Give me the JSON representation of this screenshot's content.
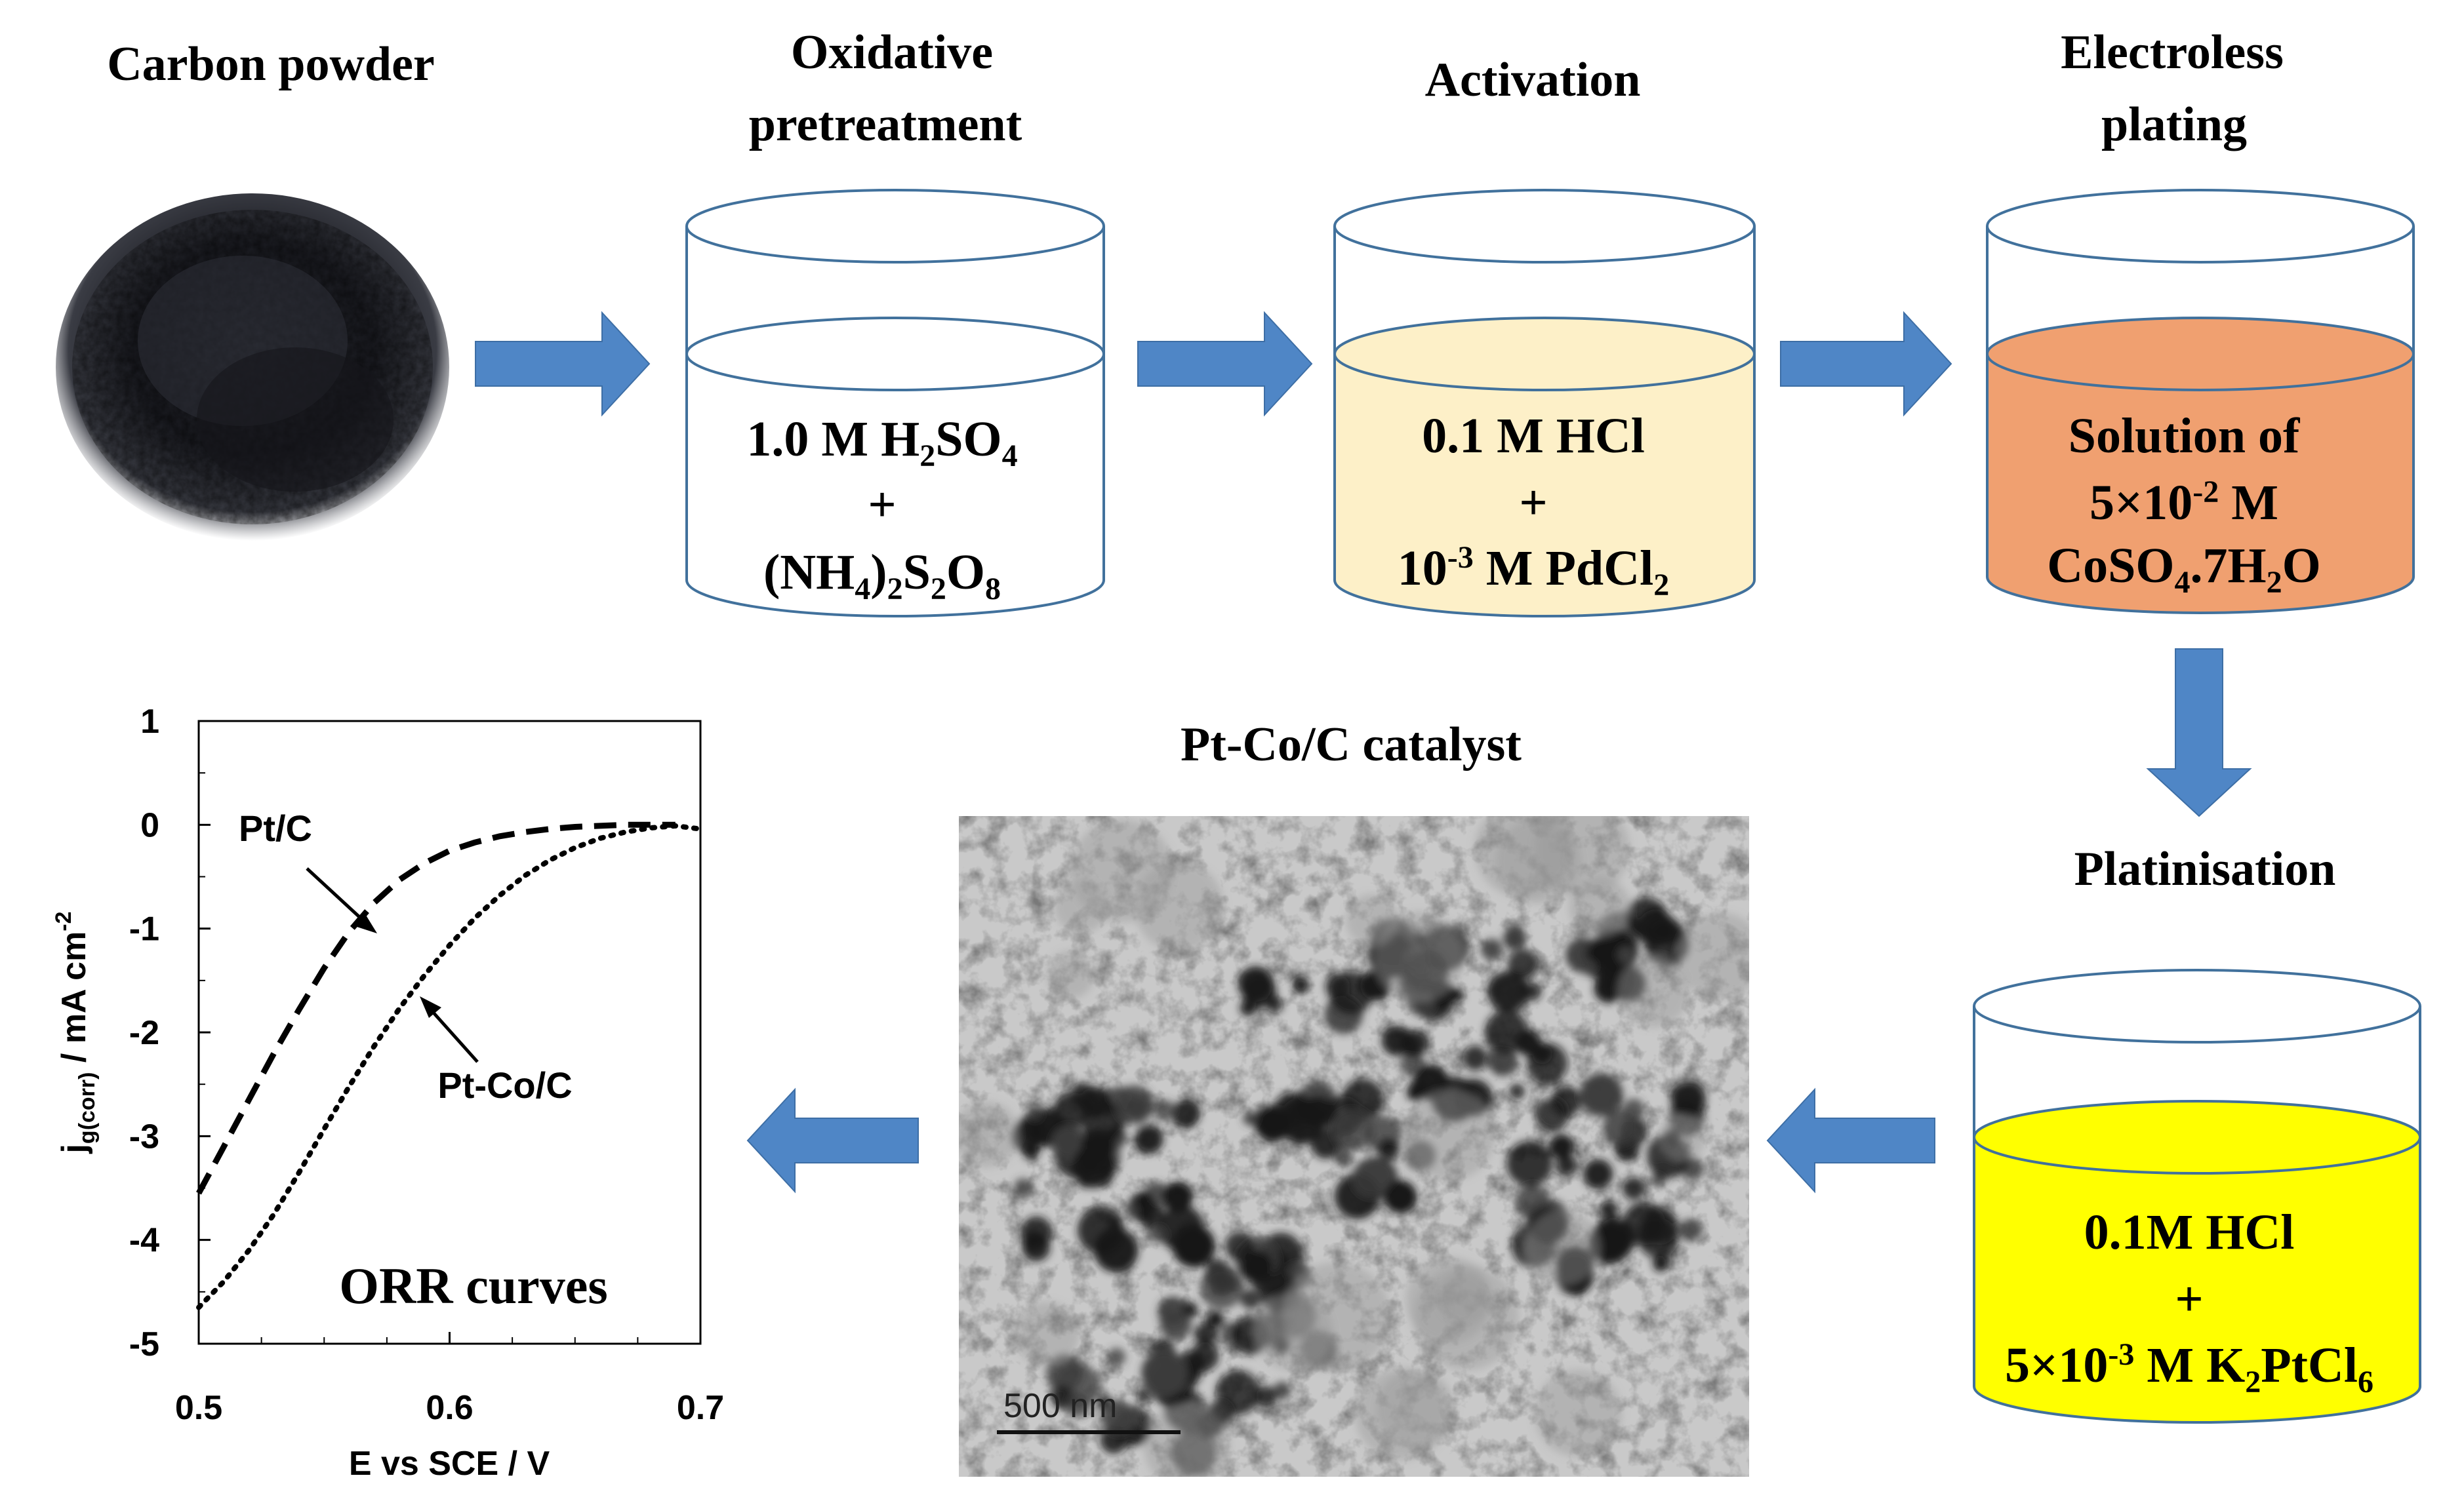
{
  "steps": {
    "carbon": {
      "title": "Carbon powder"
    },
    "oxidative": {
      "title_line1": "Oxidative",
      "title_line2": "pretreatment",
      "line1_main": "1.0 M H",
      "line1_sub1": "2",
      "line1_mid": "SO",
      "line1_sub2": "4",
      "line2": "+",
      "line3_a": "(NH",
      "line3_sub1": "4",
      "line3_b": ")",
      "line3_sub2": "2",
      "line3_c": "S",
      "line3_sub3": "2",
      "line3_d": "O",
      "line3_sub4": "8",
      "liquid_color": "#ffffff"
    },
    "activation": {
      "title": "Activation",
      "line1": "0.1 M HCl",
      "line2": "+",
      "line3_a": "10",
      "line3_sup": "-3",
      "line3_b": " M PdCl",
      "line3_sub": "2",
      "liquid_color": "#fdf0c8"
    },
    "electroless": {
      "title_line1": "Electroless",
      "title_line2": "plating",
      "line1": "Solution of",
      "line2_a": "5×10",
      "line2_sup": "-2",
      "line2_b": " M",
      "line3_a": "CoSO",
      "line3_sub1": "4",
      "line3_b": ".7H",
      "line3_sub2": "2",
      "line3_c": "O",
      "liquid_color": "#f0a070"
    },
    "platinisation": {
      "title": "Platinisation",
      "line1": "0.1M HCl",
      "line2": "+",
      "line3_a": "5×10",
      "line3_sup": "-3",
      "line3_b": " M K",
      "line3_sub1": "2",
      "line3_c": "PtCl",
      "line3_sub2": "6",
      "liquid_color": "#ffff00"
    },
    "catalyst": {
      "title": "Pt-Co/C catalyst",
      "scale_label": "500  nm"
    }
  },
  "colors": {
    "arrow": "#4f86c6",
    "beaker_stroke": "#41719c"
  },
  "chart_data": {
    "type": "line",
    "title": "ORR curves",
    "xlabel": "E vs SCE / V",
    "ylabel_main": "j",
    "ylabel_sub": "g(corr)",
    "ylabel_rest": " / mA cm",
    "ylabel_sup": "-2",
    "xlim": [
      0.5,
      0.7
    ],
    "ylim": [
      -5,
      1
    ],
    "xticks": [
      "0.5",
      "0.6",
      "0.7"
    ],
    "yticks": [
      "1",
      "0",
      "-1",
      "-2",
      "-3",
      "-4",
      "-5"
    ],
    "xtick_values": [
      0.5,
      0.6,
      0.7
    ],
    "ytick_values": [
      1,
      0,
      -1,
      -2,
      -3,
      -4,
      -5
    ],
    "series": [
      {
        "name": "Pt/C",
        "style": "dashed",
        "x": [
          0.5,
          0.51,
          0.52,
          0.53,
          0.54,
          0.55,
          0.56,
          0.57,
          0.58,
          0.59,
          0.6,
          0.61,
          0.62,
          0.63,
          0.64,
          0.65,
          0.66,
          0.67,
          0.68,
          0.69
        ],
        "y": [
          -3.55,
          -3.1,
          -2.65,
          -2.2,
          -1.78,
          -1.38,
          -1.03,
          -0.75,
          -0.53,
          -0.37,
          -0.25,
          -0.17,
          -0.11,
          -0.07,
          -0.04,
          -0.02,
          -0.01,
          0.0,
          0.0,
          0.0
        ]
      },
      {
        "name": "Pt-Co/C",
        "style": "dotted",
        "x": [
          0.5,
          0.51,
          0.52,
          0.53,
          0.54,
          0.55,
          0.56,
          0.57,
          0.58,
          0.59,
          0.6,
          0.61,
          0.62,
          0.63,
          0.64,
          0.65,
          0.66,
          0.67,
          0.68,
          0.69,
          0.7
        ],
        "y": [
          -4.65,
          -4.4,
          -4.1,
          -3.75,
          -3.35,
          -2.93,
          -2.52,
          -2.13,
          -1.77,
          -1.45,
          -1.16,
          -0.9,
          -0.68,
          -0.49,
          -0.34,
          -0.22,
          -0.13,
          -0.07,
          -0.03,
          -0.01,
          -0.04
        ]
      }
    ]
  }
}
